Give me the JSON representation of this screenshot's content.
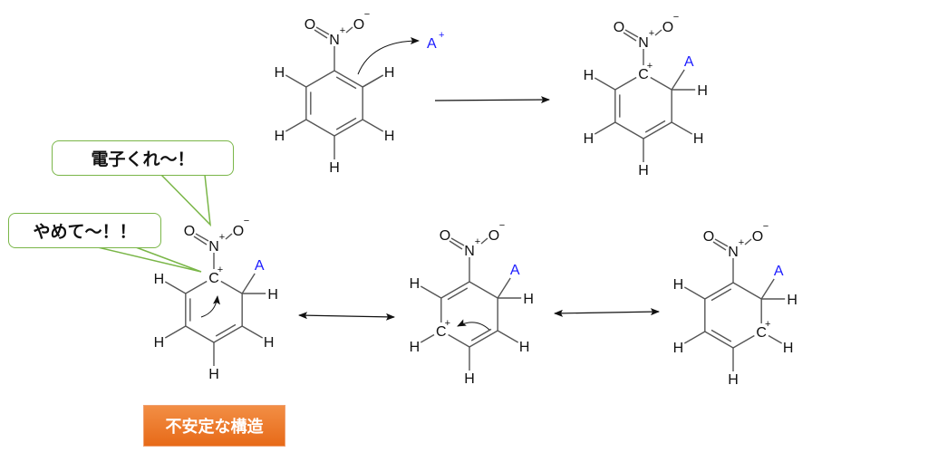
{
  "colors": {
    "bond": "#555555",
    "electrophile": "#1a1aff",
    "bubble_border": "#7ab648",
    "badge": "#ea7425"
  },
  "molecules": [
    {
      "id": "nitrobenzene",
      "nitro_n": "N",
      "nitro_o_double": "O",
      "nitro_o_single": "O",
      "n_charge": "+",
      "o_charge": "−",
      "hydrogens": [
        "H",
        "H",
        "H",
        "H",
        "H"
      ]
    },
    {
      "id": "sigma-complex",
      "nitro_n": "N",
      "nitro_o_double": "O",
      "nitro_o_single": "O",
      "n_charge": "+",
      "o_charge": "−",
      "carbon": "C",
      "carbon_charge": "+",
      "substituent": "A",
      "hydrogens": [
        "H",
        "H",
        "H",
        "H",
        "H"
      ]
    },
    {
      "id": "resonance-1",
      "nitro_n": "N",
      "nitro_o_double": "O",
      "nitro_o_single": "O",
      "n_charge": "+",
      "o_charge": "−",
      "carbon": "C",
      "carbon_charge": "+",
      "substituent": "A",
      "hydrogens": [
        "H",
        "H",
        "H",
        "H",
        "H"
      ]
    },
    {
      "id": "resonance-2",
      "nitro_n": "N",
      "nitro_o_double": "O",
      "nitro_o_single": "O",
      "n_charge": "+",
      "o_charge": "−",
      "carbon": "C",
      "carbon_charge": "+",
      "substituent": "A",
      "hydrogens": [
        "H",
        "H",
        "H",
        "H",
        "H"
      ]
    },
    {
      "id": "resonance-3",
      "nitro_n": "N",
      "nitro_o_double": "O",
      "nitro_o_single": "O",
      "n_charge": "+",
      "o_charge": "−",
      "carbon": "C",
      "carbon_charge": "+",
      "substituent": "A",
      "hydrogens": [
        "H",
        "H",
        "H",
        "H",
        "H"
      ]
    }
  ],
  "electrophile": {
    "label": "A",
    "charge": "+"
  },
  "bubbles": {
    "give_electrons": "電子くれ～！",
    "stop": "やめて～！！"
  },
  "badge": {
    "label": "不安定な構造"
  }
}
